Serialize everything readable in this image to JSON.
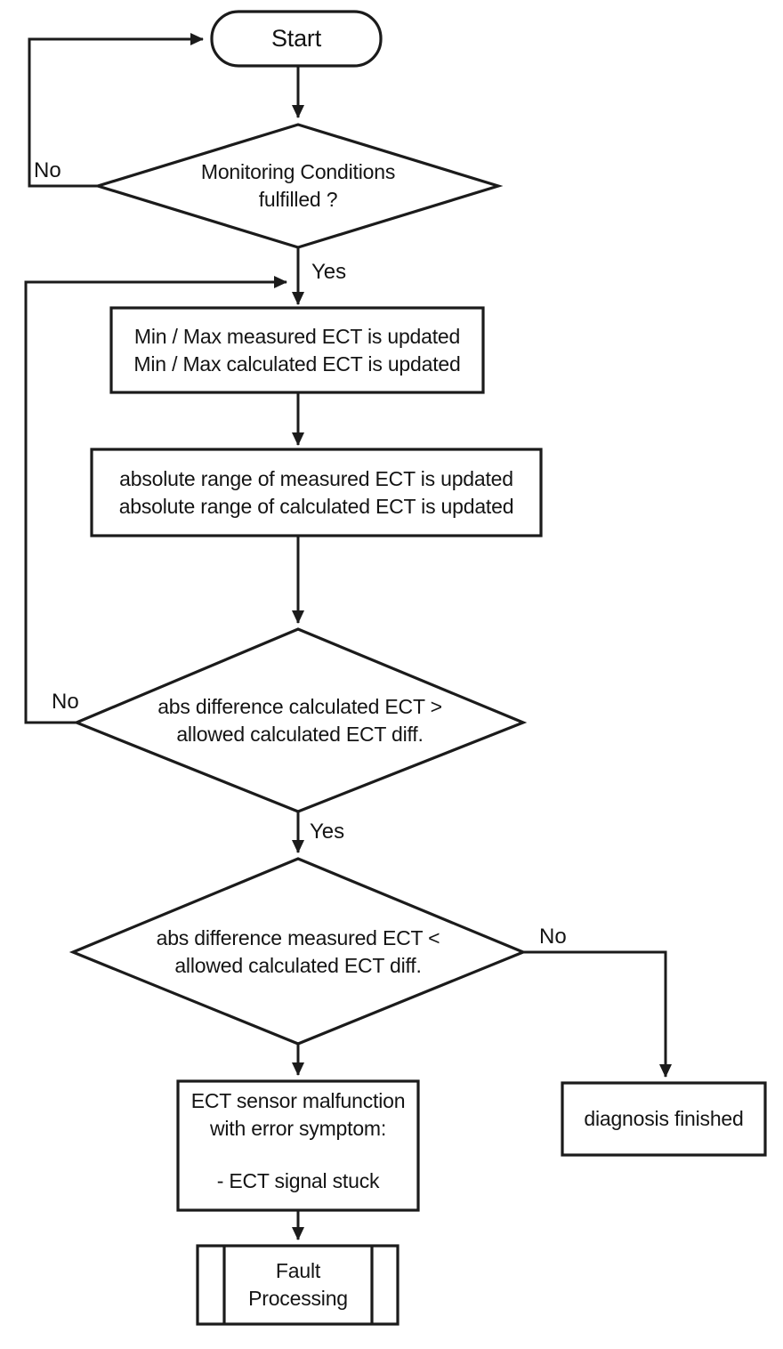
{
  "colors": {
    "stroke": "#1b1b1b",
    "text": "#141414",
    "background": "#ffffff"
  },
  "nodes": {
    "start": {
      "label": "Start"
    },
    "monitoring_decision": {
      "line1": "Monitoring Conditions",
      "line2": "fulfilled ?"
    },
    "minmax_update": {
      "line1": "Min / Max measured ECT is updated",
      "line2": "Min / Max calculated ECT is updated"
    },
    "absolute_range_update": {
      "line1": "absolute range of measured ECT is updated",
      "line2": "absolute range of calculated ECT is updated"
    },
    "calc_diff_decision": {
      "line1": "abs difference calculated ECT >",
      "line2": "allowed calculated ECT diff."
    },
    "meas_diff_decision": {
      "line1": "abs difference measured ECT <",
      "line2": "allowed calculated ECT diff."
    },
    "malfunction": {
      "line1": "ECT sensor malfunction",
      "line2": "with error symptom:",
      "line3": "- ECT signal stuck"
    },
    "diagnosis_finished": {
      "label": "diagnosis finished"
    },
    "fault_processing": {
      "line1": "Fault",
      "line2": "Processing"
    }
  },
  "edge_labels": {
    "monitoring_no": "No",
    "monitoring_yes": "Yes",
    "calc_diff_no": "No",
    "calc_diff_yes": "Yes",
    "meas_diff_no": "No"
  }
}
